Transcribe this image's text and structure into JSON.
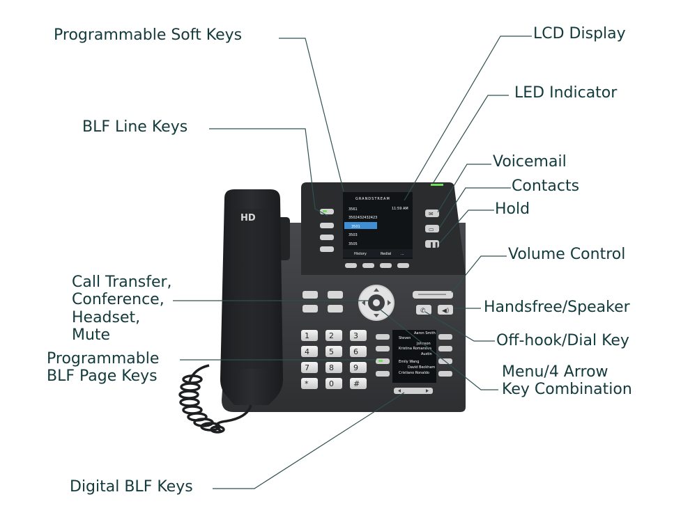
{
  "callouts": {
    "soft_keys": "Programmable Soft Keys",
    "lcd_display": "LCD Display",
    "led_indicator": "LED Indicator",
    "blf_line_keys": "BLF Line Keys",
    "voicemail": "Voicemail",
    "contacts": "Contacts",
    "hold": "Hold",
    "volume_control": "Volume Control",
    "call_transfer": [
      "Call Transfer,",
      "Conference,",
      "Headset, Mute"
    ],
    "handsfree": "Handsfree/Speaker",
    "offhook": "Off-hook/Dial Key",
    "page_keys": [
      "Programmable",
      "BLF Page Keys"
    ],
    "menu_arrow": [
      "Menu/4 Arrow",
      "Key Combination"
    ],
    "digital_blf": "Digital BLF Keys"
  },
  "phone": {
    "handset_badge": "HD",
    "brand": "GRANDSTREAM",
    "screen_status": "11:59 AM",
    "screen_lines": [
      "3561",
      "3502432432423",
      "3501",
      "3503",
      "3505"
    ],
    "screen_softkeys": [
      "History",
      "Redial",
      "..."
    ],
    "small_screen_contacts": [
      "Steven",
      "Aaron Smith",
      "Johnson",
      "Kristina Romanova",
      "Austin",
      "Emily Wang",
      "David Beckham",
      "Cristiano Ronaldo"
    ],
    "keypad": [
      "1",
      "2",
      "3",
      "4",
      "5",
      "6",
      "7",
      "8",
      "9",
      "*",
      "0",
      "#"
    ]
  },
  "colors": {
    "label_text": "#123a3c",
    "phone_body": "#3a3b3d",
    "screen_highlight": "#3e8fd6",
    "led": "#6ee05a"
  }
}
